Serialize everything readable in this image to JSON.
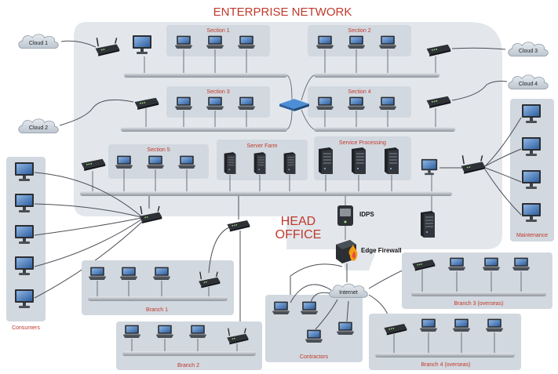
{
  "title": "ENTERPRISE NETWORK",
  "head_office": [
    "HEAD",
    "OFFICE"
  ],
  "clouds": [
    "Cloud 1",
    "Cloud 2",
    "Cloud 3",
    "Cloud 4"
  ],
  "sections": [
    "Section 1",
    "Section 2",
    "Section 3",
    "Section 4",
    "Section 5"
  ],
  "server_farm": "Server Farm",
  "service_processing": "Service Processing",
  "maintenance": "Maintenance",
  "consumers": "Consumers",
  "idps": "IDPS",
  "edge_firewall": "Edge Firewall",
  "internet": "Internet",
  "contractors": "Contractors",
  "branches": [
    "Branch 1",
    "Branch 2",
    "Branch 3 (overseas)",
    "Branch 4 (overseas)"
  ],
  "colors": {
    "zone": "#e3e7ec",
    "panel": "#d2d8df",
    "bus": "#b9bec5",
    "label": "#c0392b",
    "device": "#2b2e33"
  }
}
